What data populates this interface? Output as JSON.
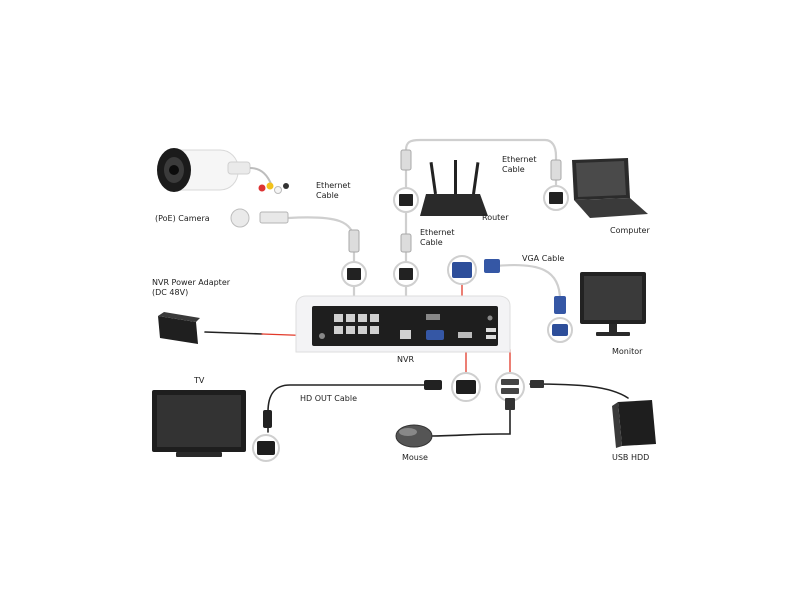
{
  "labels": {
    "poe_camera": "(PoE) Camera",
    "ethernet_cable_1": "Ethernet Cable",
    "ethernet_cable_2": "Ethernet Cable",
    "ethernet_cable_3": "Ethernet Cable",
    "router": "Router",
    "computer": "Computer",
    "vga_cable": "VGA Cable",
    "nvr_adapter": "NVR Power Adapter (DC 48V)",
    "nvr": "NVR",
    "monitor": "Monitor",
    "tv": "TV",
    "hd_out_cable": "HD OUT Cable",
    "mouse": "Mouse",
    "usb_hdd": "USB HDD"
  },
  "colors": {
    "cable_light": "#cfcfcf",
    "cable_dark": "#222222",
    "highlight": "#e23a2a",
    "device_dark": "#1e1e1e",
    "nvr_body": "#f3f3f5"
  }
}
